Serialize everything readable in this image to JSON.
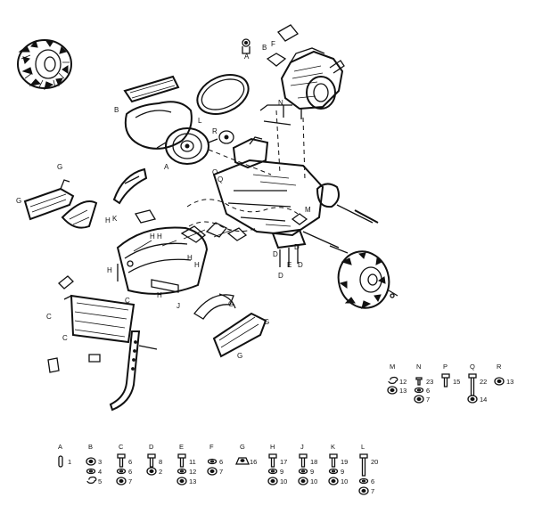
{
  "diagram": {
    "callouts": {
      "b_top": "B",
      "f_top": "F",
      "a_top": "A",
      "b_belt": "B",
      "l_belt": "L",
      "r_pulley": "R",
      "a_pulley": "A",
      "n_tube": "N",
      "m_frame": "M",
      "k_axle": "K",
      "g_left": "G",
      "g_fender": "G",
      "g_shield": "G",
      "g_right": "G",
      "g_right2": "G",
      "h1": "H",
      "h2": "H",
      "h3": "H",
      "h4": "H",
      "h5": "H",
      "h6": "H",
      "h7": "H",
      "c1": "C",
      "c2": "C",
      "c3": "C",
      "j1": "J",
      "d1": "D",
      "d2": "D",
      "d3": "D",
      "d4": "D",
      "e1": "E",
      "o1": "O",
      "q1": "Q"
    },
    "legend_upper": [
      {
        "key": "M",
        "items": [
          {
            "part": "12",
            "sym": "lockwasher"
          },
          {
            "part": "13",
            "sym": "nut"
          }
        ]
      },
      {
        "key": "N",
        "items": [
          {
            "part": "23",
            "sym": "screw"
          },
          {
            "part": "6",
            "sym": "washer"
          },
          {
            "part": "7",
            "sym": "nut"
          }
        ]
      },
      {
        "key": "P",
        "items": [
          {
            "part": "15",
            "sym": "bolt"
          }
        ]
      },
      {
        "key": "Q",
        "items": [
          {
            "part": "22",
            "sym": "long-bolt"
          },
          {
            "part": "14",
            "sym": "nut"
          }
        ]
      },
      {
        "key": "R",
        "items": [
          {
            "part": "13",
            "sym": "nut"
          }
        ]
      }
    ],
    "legend_lower": [
      {
        "key": "A",
        "items": [
          {
            "part": "1",
            "sym": "pin"
          }
        ]
      },
      {
        "key": "B",
        "items": [
          {
            "part": "3",
            "sym": "nut"
          },
          {
            "part": "4",
            "sym": "washer"
          },
          {
            "part": "5",
            "sym": "lockwasher"
          }
        ]
      },
      {
        "key": "C",
        "items": [
          {
            "part": "6",
            "sym": "bolt"
          },
          {
            "part": "6",
            "sym": "washer"
          },
          {
            "part": "7",
            "sym": "nut"
          }
        ]
      },
      {
        "key": "D",
        "items": [
          {
            "part": "8",
            "sym": "bolt"
          },
          {
            "part": "2",
            "sym": "nut"
          }
        ]
      },
      {
        "key": "E",
        "items": [
          {
            "part": "11",
            "sym": "bolt"
          },
          {
            "part": "12",
            "sym": "washer"
          },
          {
            "part": "13",
            "sym": "nut"
          }
        ]
      },
      {
        "key": "F",
        "items": [
          {
            "part": "6",
            "sym": "washer"
          },
          {
            "part": "7",
            "sym": "nut"
          }
        ]
      },
      {
        "key": "G",
        "items": [
          {
            "part": "16",
            "sym": "flangenut"
          }
        ]
      },
      {
        "key": "H",
        "items": [
          {
            "part": "17",
            "sym": "bolt"
          },
          {
            "part": "9",
            "sym": "washer"
          },
          {
            "part": "10",
            "sym": "nut"
          }
        ]
      },
      {
        "key": "J",
        "items": [
          {
            "part": "18",
            "sym": "bolt"
          },
          {
            "part": "9",
            "sym": "washer"
          },
          {
            "part": "10",
            "sym": "nut"
          }
        ]
      },
      {
        "key": "K",
        "items": [
          {
            "part": "19",
            "sym": "bolt"
          },
          {
            "part": "9",
            "sym": "washer"
          },
          {
            "part": "10",
            "sym": "nut"
          }
        ]
      },
      {
        "key": "L",
        "items": [
          {
            "part": "20",
            "sym": "long-bolt"
          },
          {
            "part": "6",
            "sym": "washer"
          },
          {
            "part": "7",
            "sym": "nut"
          }
        ]
      }
    ]
  }
}
